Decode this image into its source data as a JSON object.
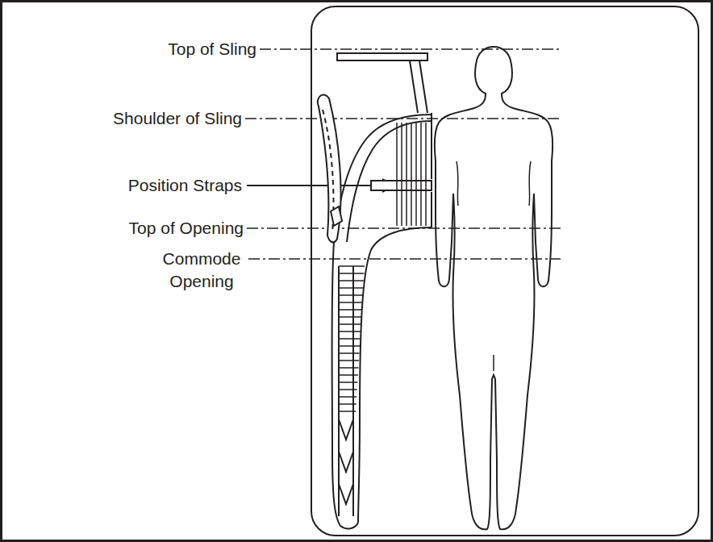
{
  "diagram": {
    "labels": [
      "Top of Sling",
      "Shoulder of Sling",
      "Position Straps",
      "Top of Opening",
      "Commode Opening"
    ]
  }
}
